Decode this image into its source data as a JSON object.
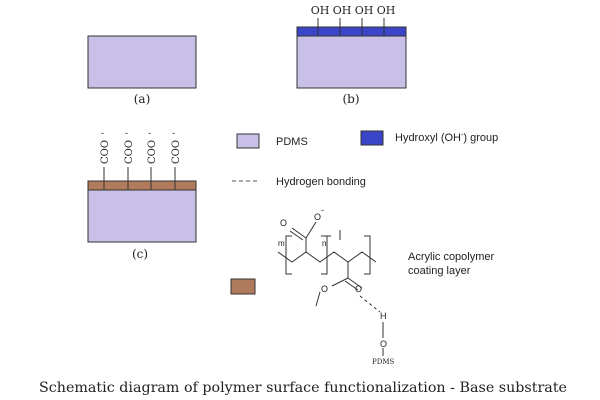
{
  "panels": {
    "a": {
      "label": "(a)"
    },
    "b": {
      "label": "(b)",
      "groups": [
        "OH",
        "OH",
        "OH",
        "OH"
      ]
    },
    "c": {
      "label": "(c)",
      "groups": [
        "COO",
        "COO",
        "COO",
        "COO"
      ],
      "charge": "-"
    }
  },
  "legend": {
    "pdms": "PDMS",
    "hydroxyl_prefix": "Hydroxyl (OH",
    "hydroxyl_sup": "-",
    "hydroxyl_suffix": ") group",
    "hbond": "Hydrogen bonding",
    "acrylic_line1": "Acrylic copolymer",
    "acrylic_line2": "coating layer"
  },
  "structure": {
    "o": "O",
    "neg": "-",
    "m": "m",
    "n": "n",
    "h": "H",
    "pdms": "PDMS"
  },
  "caption": "Schematic diagram of polymer surface functionalization - Base substrate",
  "colors": {
    "pdms": "#c8c0e6",
    "hydroxyl": "#3a45c8",
    "acrylic": "#b07a5c",
    "stroke": "#333333"
  }
}
